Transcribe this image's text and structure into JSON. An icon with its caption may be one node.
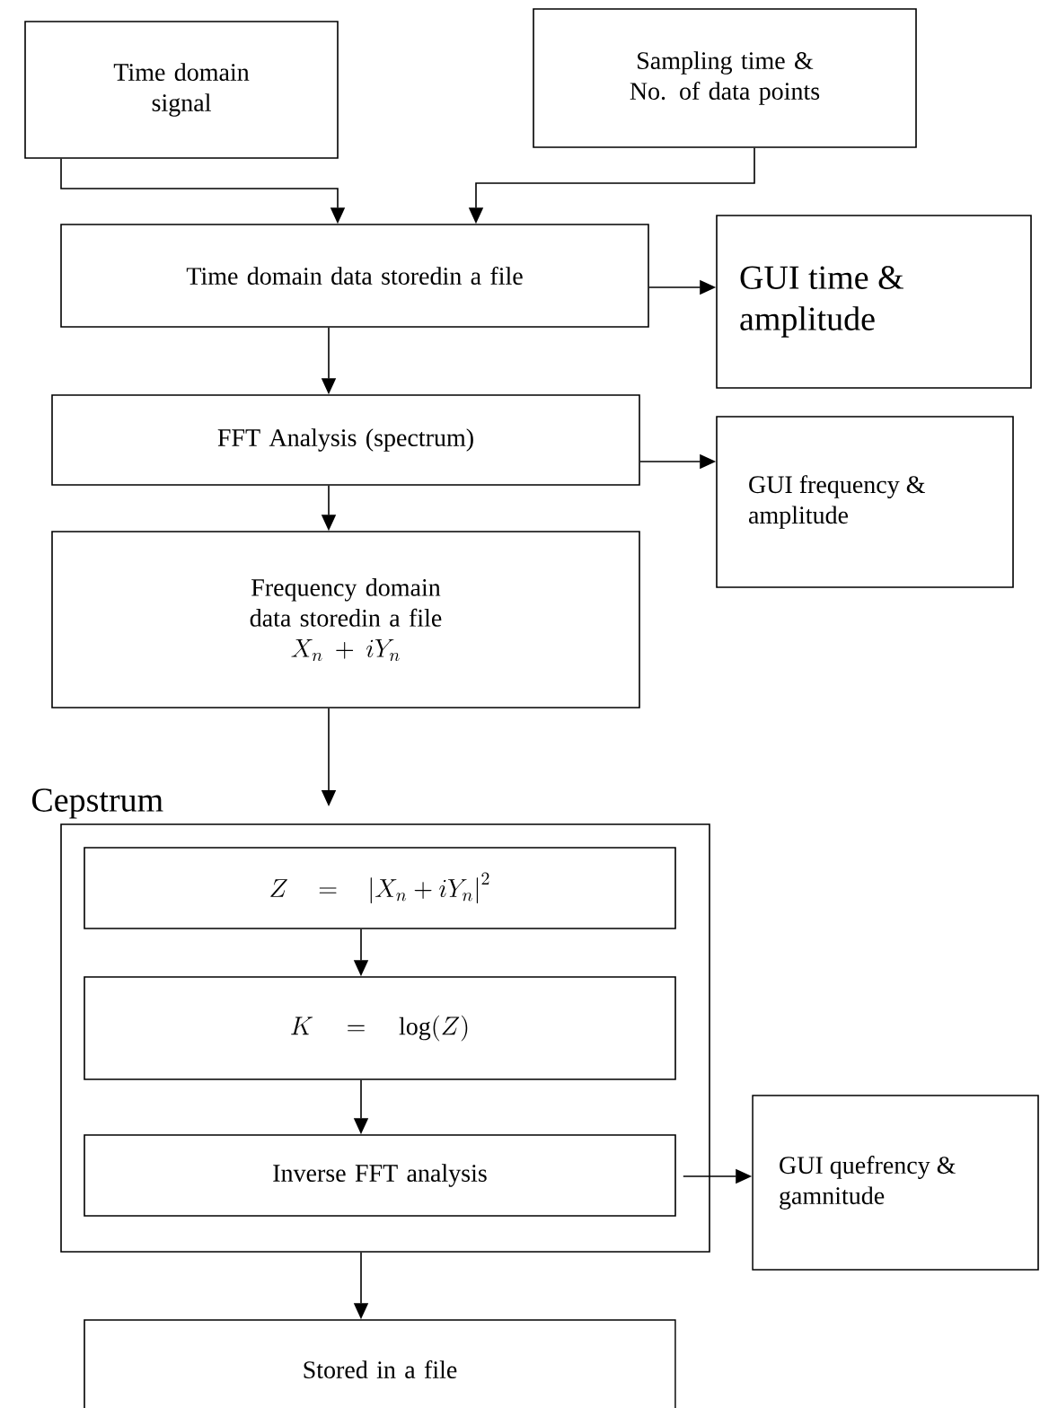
{
  "diagram": {
    "nodes": [
      {
        "text": [
          "Time domain signal"
        ]
      },
      {
        "text": [
          "Sampling time & No. of data points"
        ]
      },
      {
        "text": [
          "Time domain data storedin a file"
        ]
      },
      {
        "text": [
          "GUI time & amplitude"
        ]
      },
      {
        "text": [
          "FFT Analysis (spectrum)"
        ]
      },
      {
        "text": [
          "GUI frequency & amplitude"
        ]
      },
      {
        "text": [
          "Frequency domain data storedin a file",
          "X_n + iY_n"
        ]
      },
      {
        "text": [
          "Cepstrum"
        ]
      },
      {
        "text": [
          "Z= \\left|X_n+ iY_n\\right|^2"
        ],
        "in": 7
      },
      {
        "text": [
          "K = \\log(Z)"
        ],
        "in": 7
      },
      {
        "text": [
          "Inverse FFT analysis"
        ],
        "in": 7
      },
      {
        "text": [
          "GUI quefrency & gamnitude"
        ]
      },
      {
        "text": [
          "Stored in a file"
        ]
      }
    ],
    "edges": [
      {
        "from": 0,
        "to": 2,
        "arrow": "to"
      },
      {
        "from": 1,
        "to": 2,
        "arrow": "to"
      },
      {
        "from": 2,
        "to": 3,
        "arrow": "to"
      },
      {
        "from": 2,
        "to": 4,
        "arrow": "to"
      },
      {
        "from": 4,
        "to": 5,
        "arrow": "to"
      },
      {
        "from": 4,
        "to": 6,
        "arrow": "to"
      },
      {
        "from": 6,
        "to": 7,
        "arrow": "to"
      },
      {
        "from": 8,
        "to": 9,
        "arrow": "to"
      },
      {
        "from": 9,
        "to": 10,
        "arrow": "to"
      },
      {
        "from": 10,
        "to": 11,
        "arrow": "to"
      },
      {
        "from": 7,
        "to": 12,
        "arrow": "to"
      }
    ]
  }
}
